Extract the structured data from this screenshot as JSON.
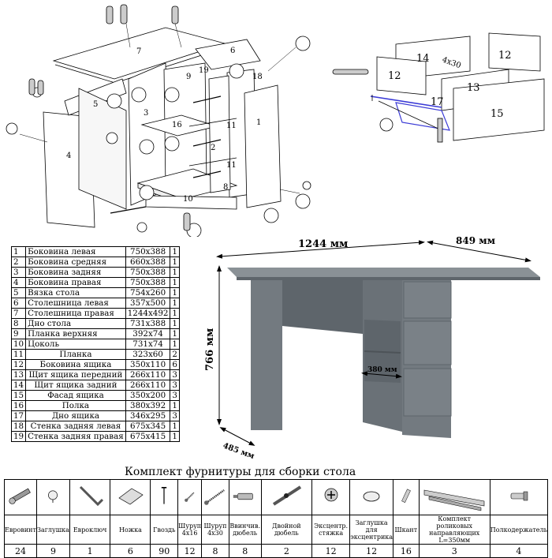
{
  "callouts": {
    "desk": [
      "1",
      "2",
      "3",
      "4",
      "5",
      "6",
      "7",
      "8",
      "9",
      "10",
      "11",
      "16",
      "18",
      "19"
    ],
    "drawer": [
      "12",
      "13",
      "14",
      "15",
      "17"
    ],
    "drawer_dims": "4x30"
  },
  "dimensions": {
    "width": "1244 мм",
    "depth": "849 мм",
    "height": "766 мм",
    "shelf": "380 мм",
    "side_depth": "485 мм"
  },
  "parts": [
    {
      "n": "1",
      "name": "Боковина левая",
      "size": "750x388",
      "qty": "1"
    },
    {
      "n": "2",
      "name": "Боковина средняя",
      "size": "660x388",
      "qty": "1"
    },
    {
      "n": "3",
      "name": "Боковина задняя",
      "size": "750x388",
      "qty": "1"
    },
    {
      "n": "4",
      "name": "Боковина правая",
      "size": "750x388",
      "qty": "1"
    },
    {
      "n": "5",
      "name": "Вязка стола",
      "size": "754x260",
      "qty": "1"
    },
    {
      "n": "6",
      "name": "Столешница левая",
      "size": "357x500",
      "qty": "1"
    },
    {
      "n": "7",
      "name": "Столешница правая",
      "size": "1244x492",
      "qty": "1"
    },
    {
      "n": "8",
      "name": "Дно стола",
      "size": "731x388",
      "qty": "1"
    },
    {
      "n": "9",
      "name": "Планка верхняя",
      "size": "392x74",
      "qty": "1"
    },
    {
      "n": "10",
      "name": "Цоколь",
      "size": "731x74",
      "qty": "1"
    },
    {
      "n": "11",
      "name": "Планка",
      "size": "323x60",
      "qty": "2"
    },
    {
      "n": "12",
      "name": "Боковина ящика",
      "size": "350x110",
      "qty": "6"
    },
    {
      "n": "13",
      "name": "Щит ящика передний",
      "size": "266x110",
      "qty": "3"
    },
    {
      "n": "14",
      "name": "Щит ящика задний",
      "size": "266x110",
      "qty": "3"
    },
    {
      "n": "15",
      "name": "Фасад ящика",
      "size": "350x200",
      "qty": "3"
    },
    {
      "n": "16",
      "name": "Полка",
      "size": "380x392",
      "qty": "1"
    },
    {
      "n": "17",
      "name": "Дно ящика",
      "size": "346x295",
      "qty": "3"
    },
    {
      "n": "18",
      "name": "Стенка задняя левая",
      "size": "675x345",
      "qty": "1"
    },
    {
      "n": "19",
      "name": "Стенка задняя правая",
      "size": "675x415",
      "qty": "1"
    }
  ],
  "hardware": {
    "title": "Комплект фурнитуры для сборки стола",
    "items": [
      {
        "name": "Евровинт",
        "qty": "24",
        "icon": "eurobolt-icon"
      },
      {
        "name": "Заглушка",
        "qty": "9",
        "icon": "cap-icon"
      },
      {
        "name": "Евроключ",
        "qty": "1",
        "icon": "hex-key-icon"
      },
      {
        "name": "Ножка",
        "qty": "6",
        "icon": "foot-icon"
      },
      {
        "name": "Гвоздь",
        "qty": "90",
        "icon": "nail-icon"
      },
      {
        "name": "Шуруп 4x16",
        "qty": "12",
        "icon": "screw-short-icon"
      },
      {
        "name": "Шуруп 4x30",
        "qty": "8",
        "icon": "screw-long-icon"
      },
      {
        "name": "Ввинчив. дюбель",
        "qty": "8",
        "icon": "screw-dowel-icon"
      },
      {
        "name": "Двойной дюбель",
        "qty": "2",
        "icon": "double-dowel-icon"
      },
      {
        "name": "Эксцентр. стяжка",
        "qty": "12",
        "icon": "cam-lock-icon"
      },
      {
        "name": "Заглушка для эксцентрика",
        "qty": "12",
        "icon": "cam-cap-icon"
      },
      {
        "name": "Шкант",
        "qty": "16",
        "icon": "wood-dowel-icon"
      },
      {
        "name": "Комплект роликовых направляющих L=350мм",
        "qty": "3",
        "icon": "drawer-slide-icon"
      },
      {
        "name": "Полкодержатель",
        "qty": "4",
        "icon": "shelf-pin-icon"
      }
    ]
  },
  "colors": {
    "desk": "#737a80",
    "desk_dark": "#5e656b",
    "desk_light": "#8a9196",
    "highlight": "#3b3bd6"
  }
}
